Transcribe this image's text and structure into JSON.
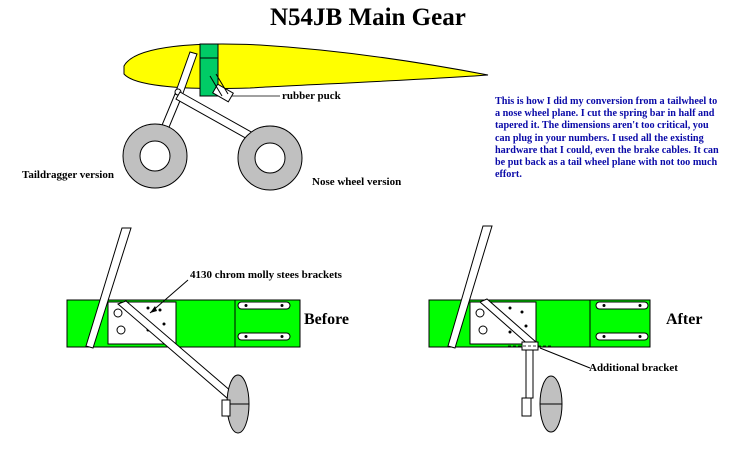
{
  "title": "N54JB Main Gear",
  "labels": {
    "rubber_puck": "rubber puck",
    "taildragger": "Taildragger version",
    "nose_wheel": "Nose wheel version",
    "brackets": "4130 chrom molly stees brackets",
    "before": "Before",
    "after": "After",
    "additional_bracket": "Additional bracket"
  },
  "description": "This is how I did my conversion from a tailwheel to a nose wheel plane. I cut the spring bar in half and tapered it. The dimensions aren't too critical, you can plug in your numbers.  I used all the existing hardware that I could, even the brake cables. It can be put back as a tail wheel plane with not too much effort.",
  "colors": {
    "wing": "#ffff00",
    "fuselage": "#00ff00",
    "bracket_block": "#00cc66",
    "tire": "#c0c0c0",
    "description_text": "#0a0aa8"
  }
}
